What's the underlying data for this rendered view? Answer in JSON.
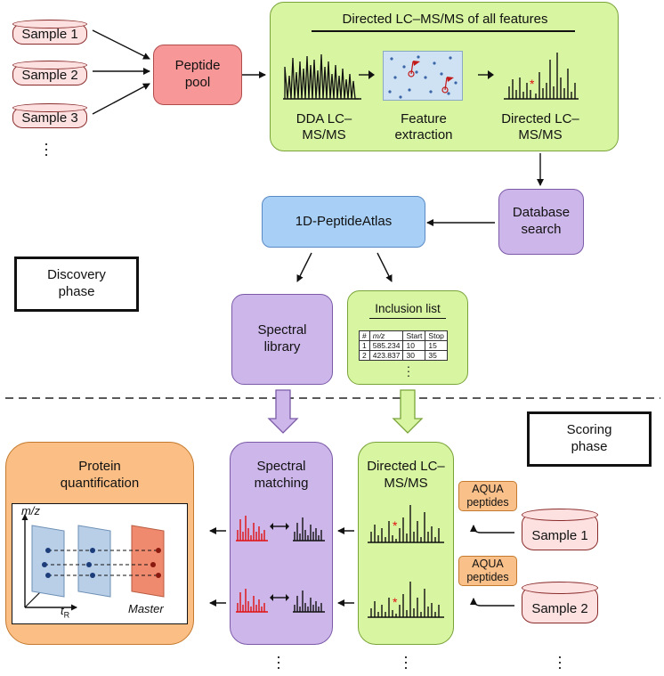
{
  "samples_top": [
    "Sample 1",
    "Sample 2",
    "Sample 3"
  ],
  "peptide_pool": "Peptide pool",
  "directed_panel": {
    "title": "Directed LC–MS/MS of all features",
    "step1": "DDA LC–MS/MS",
    "step2": "Feature extraction",
    "step3": "Directed LC–MS/MS"
  },
  "database_search": "Database search",
  "peptide_atlas": "1D-PeptideAtlas",
  "discovery_phase": "Discovery phase",
  "spectral_library": "Spectral library",
  "inclusion_list": {
    "title": "Inclusion list",
    "headers": [
      "#",
      "m/z",
      "Start",
      "Stop"
    ],
    "rows": [
      [
        "1",
        "585.234",
        "10",
        "15"
      ],
      [
        "2",
        "423.837",
        "30",
        "35"
      ]
    ]
  },
  "scoring_phase": "Scoring phase",
  "protein_quant": {
    "title": "Protein quantification",
    "y_axis": "m/z",
    "x_axis": "t",
    "x_axis_sub": "R",
    "master": "Master"
  },
  "spectral_matching": "Spectral matching",
  "directed_bottom": "Directed LC–MS/MS",
  "aqua_label": "AQUA peptides",
  "samples_bottom": [
    "Sample 1",
    "Sample 2"
  ],
  "colors": {
    "green_panel": "#d8f5a2",
    "green_border": "#7aa43a",
    "pink_box": "#f79797",
    "blue_box": "#a8d0f7",
    "purple_box": "#cdb6ea",
    "orange_panel": "#fbbf86",
    "red_spectrum": "#e01010",
    "master_plane": "#ef8a6f",
    "blue_plane": "#b9cfe8"
  }
}
